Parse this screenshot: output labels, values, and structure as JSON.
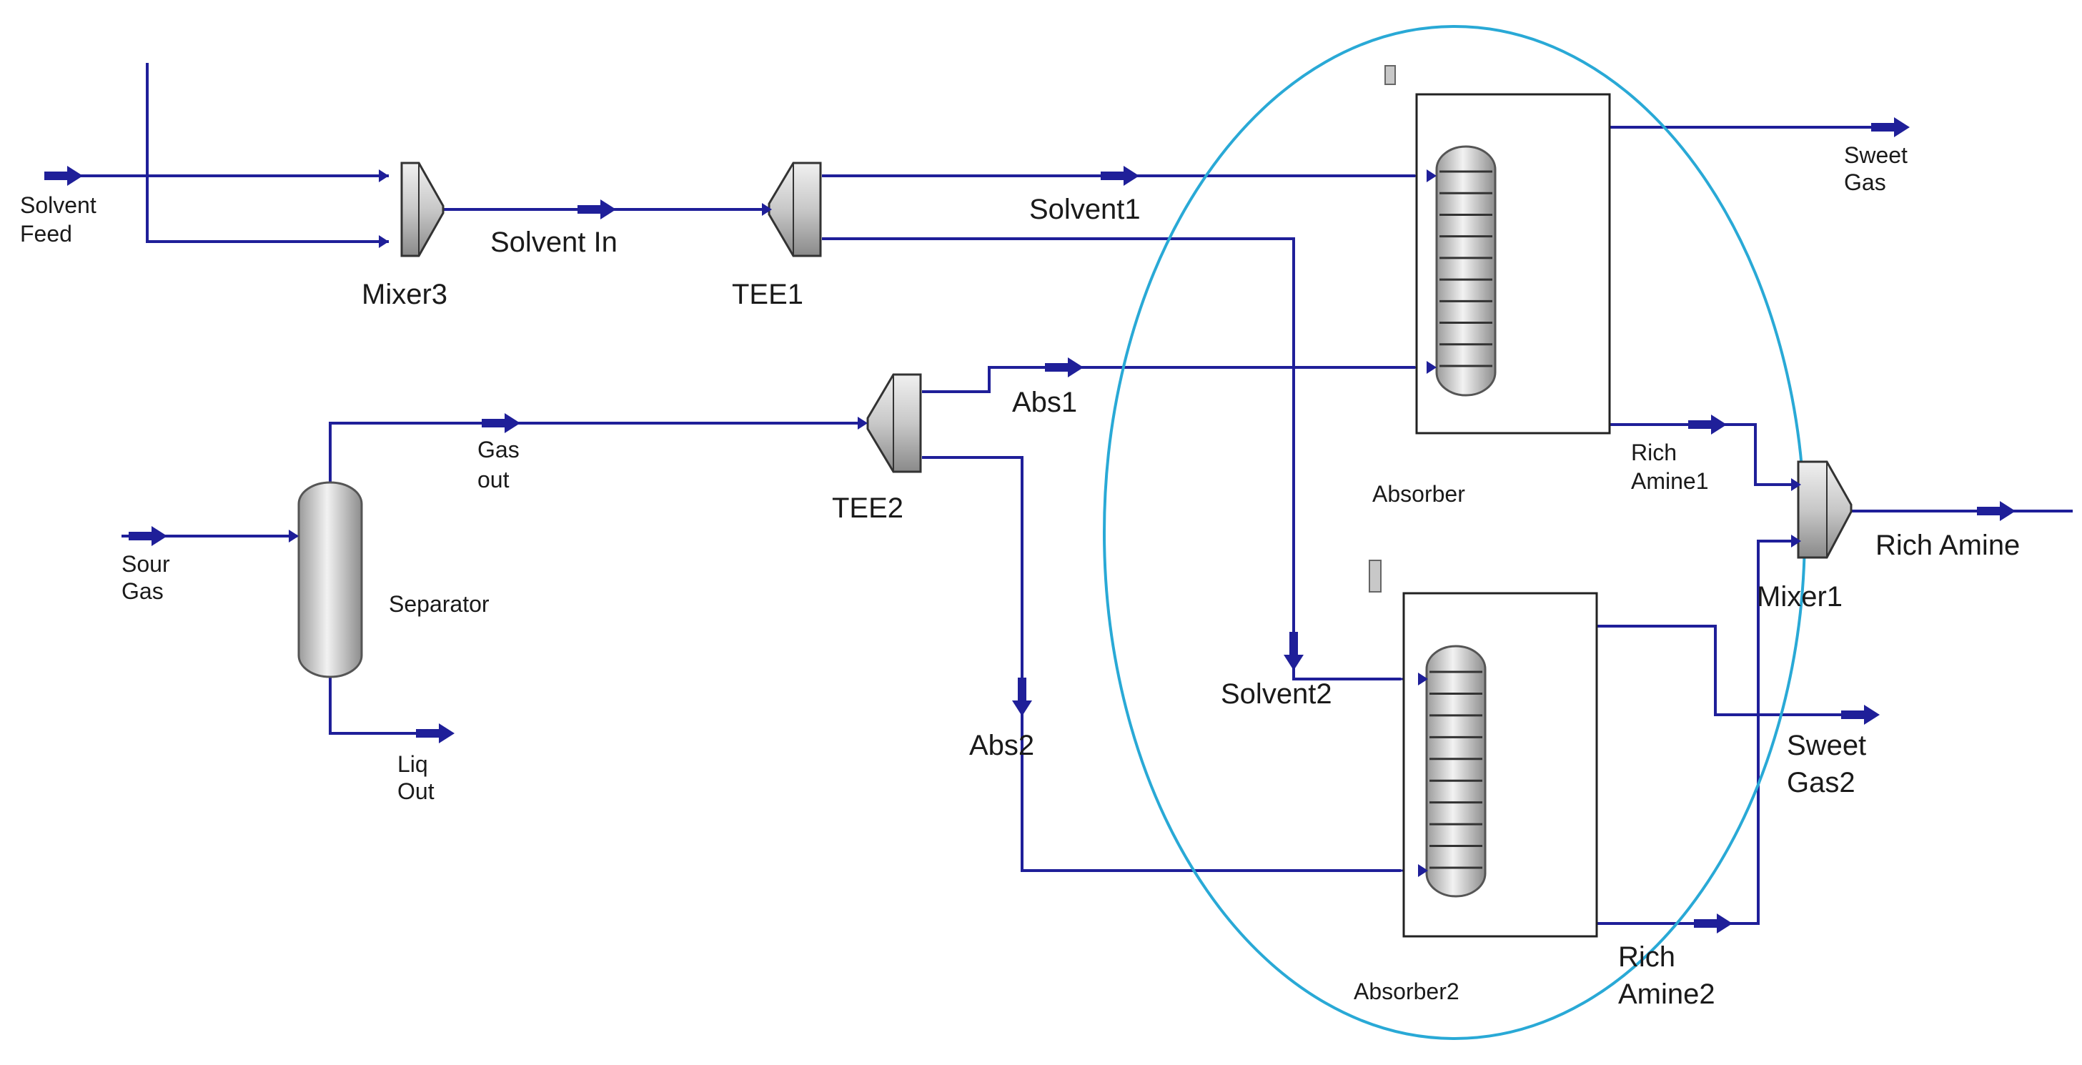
{
  "colors": {
    "stream": "#1f1f99",
    "highlight_ellipse": "#29a9d6",
    "vessel_fill": "#c8c8c8",
    "unit_outline": "#222222"
  },
  "units": {
    "mixer3": "Mixer3",
    "tee1": "TEE1",
    "tee2": "TEE2",
    "separator": "Separator",
    "absorber": "Absorber",
    "absorber2": "Absorber2",
    "mixer1": "Mixer1"
  },
  "streams": {
    "solvent_feed": [
      "Solvent",
      "Feed"
    ],
    "solvent_in": "Solvent In",
    "solvent1": "Solvent1",
    "solvent2": "Solvent2",
    "sweet_gas": [
      "Sweet",
      "Gas"
    ],
    "sweet_gas2": [
      "Sweet",
      "Gas2"
    ],
    "abs1": "Abs1",
    "abs2": "Abs2",
    "gas_out": [
      "Gas",
      "out"
    ],
    "sour_gas": [
      "Sour",
      "Gas"
    ],
    "liq_out": [
      "Liq",
      "Out"
    ],
    "rich_amine1": [
      "Rich",
      "Amine1"
    ],
    "rich_amine2": [
      "Rich",
      "Amine2"
    ],
    "rich_amine": "Rich Amine"
  },
  "icons": {
    "stream_arrow": "stream-arrow-icon",
    "mixer": "mixer-icon",
    "tee": "tee-icon",
    "separator_vessel": "separator-vessel-icon",
    "column": "absorber-column-icon"
  }
}
